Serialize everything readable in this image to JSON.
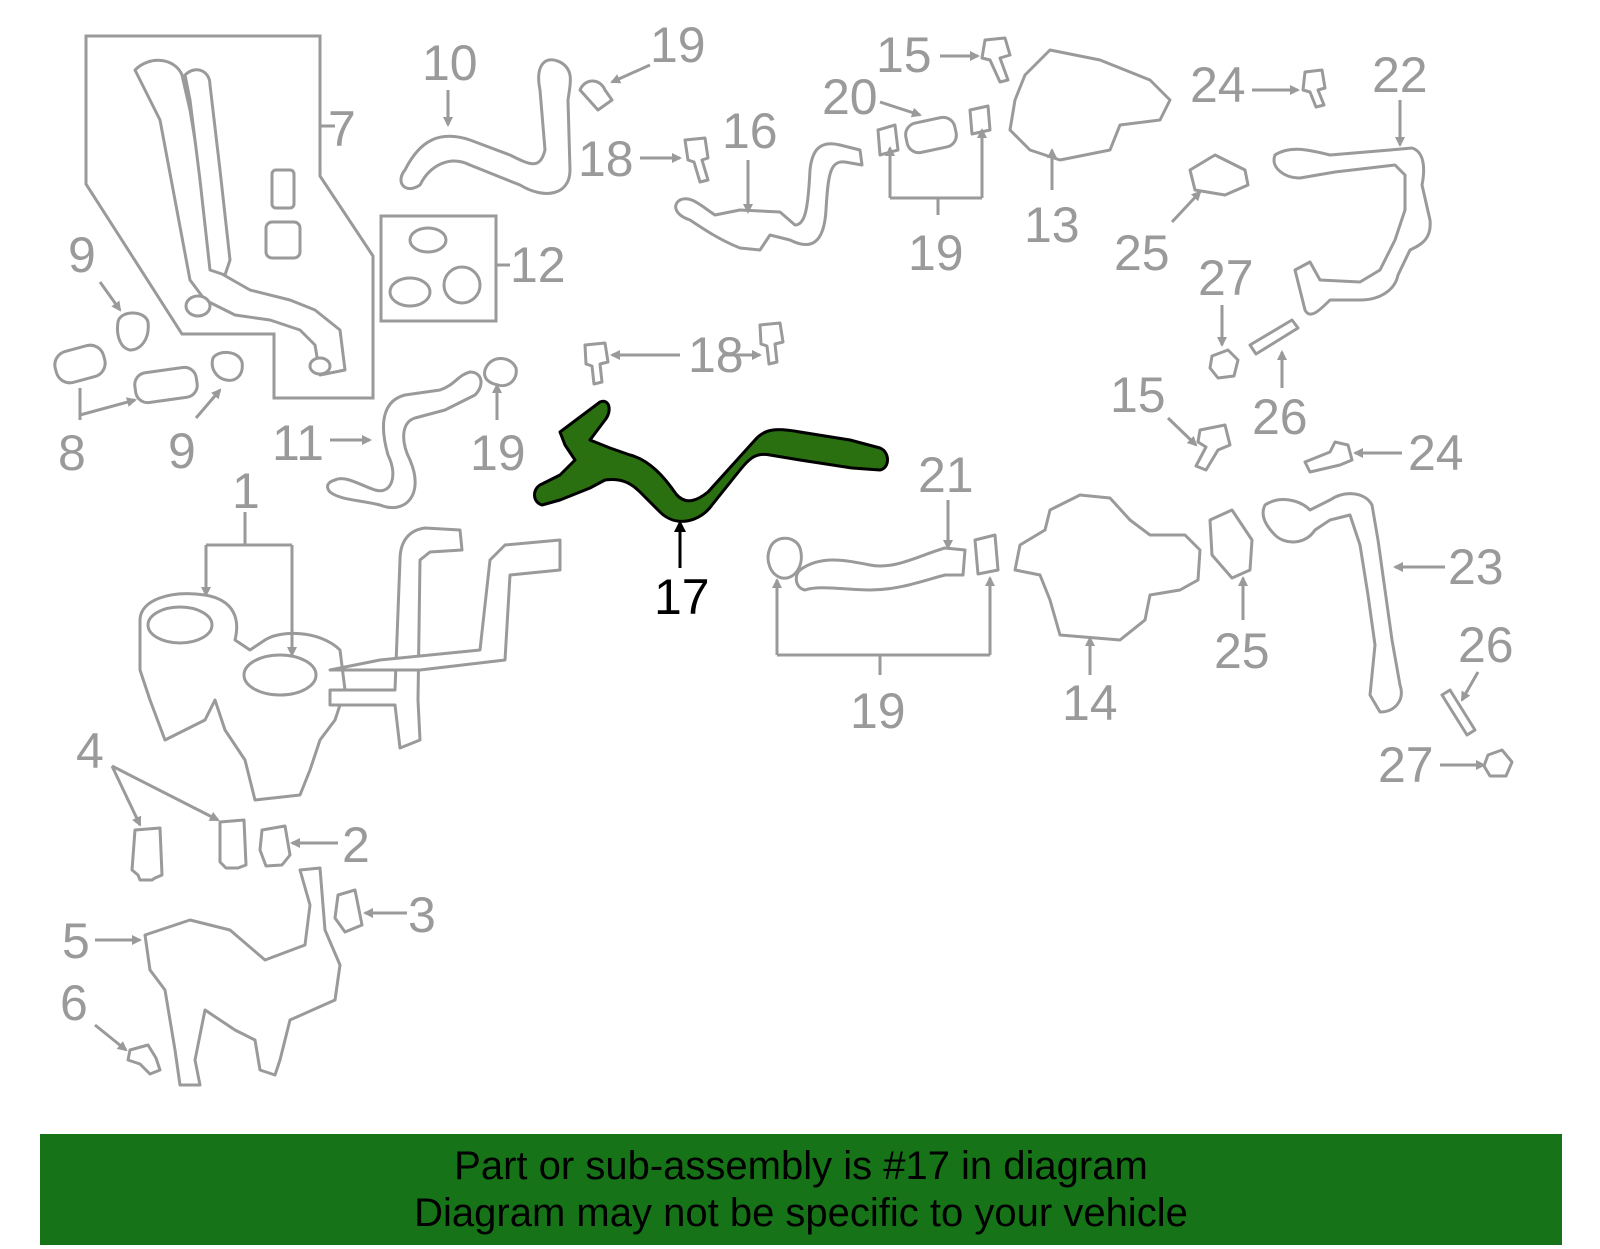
{
  "diagram": {
    "highlight_color": "#2a7010",
    "line_color": "#9a9a9a",
    "callouts": [
      {
        "id": "c7",
        "text": "7"
      },
      {
        "id": "c10",
        "text": "10"
      },
      {
        "id": "c19a",
        "text": "19"
      },
      {
        "id": "c15a",
        "text": "15"
      },
      {
        "id": "c20",
        "text": "20"
      },
      {
        "id": "c24a",
        "text": "24"
      },
      {
        "id": "c22",
        "text": "22"
      },
      {
        "id": "c18a",
        "text": "18"
      },
      {
        "id": "c16",
        "text": "16"
      },
      {
        "id": "c13",
        "text": "13"
      },
      {
        "id": "c19b",
        "text": "19"
      },
      {
        "id": "c25a",
        "text": "25"
      },
      {
        "id": "c12",
        "text": "12"
      },
      {
        "id": "c9a",
        "text": "9"
      },
      {
        "id": "c27a",
        "text": "27"
      },
      {
        "id": "c18b",
        "text": "18"
      },
      {
        "id": "c8",
        "text": "8"
      },
      {
        "id": "c9b",
        "text": "9"
      },
      {
        "id": "c11",
        "text": "11"
      },
      {
        "id": "c19c",
        "text": "19"
      },
      {
        "id": "c15b",
        "text": "15"
      },
      {
        "id": "c26a",
        "text": "26"
      },
      {
        "id": "c24b",
        "text": "24"
      },
      {
        "id": "c1",
        "text": "1"
      },
      {
        "id": "c21",
        "text": "21"
      },
      {
        "id": "c17",
        "text": "17"
      },
      {
        "id": "c23",
        "text": "23"
      },
      {
        "id": "c25b",
        "text": "25"
      },
      {
        "id": "c26b",
        "text": "26"
      },
      {
        "id": "c19d",
        "text": "19"
      },
      {
        "id": "c14",
        "text": "14"
      },
      {
        "id": "c27b",
        "text": "27"
      },
      {
        "id": "c4",
        "text": "4"
      },
      {
        "id": "c2",
        "text": "2"
      },
      {
        "id": "c3",
        "text": "3"
      },
      {
        "id": "c5",
        "text": "5"
      },
      {
        "id": "c6",
        "text": "6"
      }
    ]
  },
  "banner": {
    "line1": "Part or sub-assembly is #17 in diagram",
    "line2": "Diagram may not be specific to your vehicle",
    "background": "#177317"
  }
}
